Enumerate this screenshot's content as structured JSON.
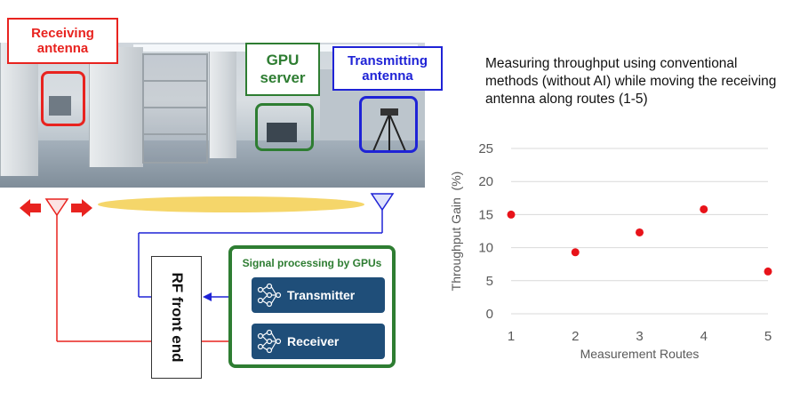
{
  "photo": {
    "receiving_label": "Receiving\nantenna",
    "gpu_label": "GPU\nserver",
    "transmitting_label": "Transmitting\nantenna"
  },
  "colors": {
    "receive_red": "#e8231f",
    "gpu_green": "#2e7d32",
    "transmit_blue": "#1f23d6",
    "module_navy": "#1f4e79",
    "beam_yellow": "#f5d66a",
    "point_red": "#e8131a"
  },
  "diagram": {
    "gpu_box_title": "Signal processing by GPUs",
    "transmitter_label": "Transmitter",
    "receiver_label": "Receiver",
    "rf_label": "RF front end"
  },
  "chart_title": "Measuring throughput using conventional methods (without AI) while moving the receiving antenna along routes (1-5)",
  "chart_data": {
    "type": "scatter",
    "x": [
      1,
      2,
      3,
      4,
      5
    ],
    "y": [
      15.0,
      9.3,
      12.3,
      15.8,
      6.4
    ],
    "xlabel": "Measurement Routes",
    "ylabel": "Throughput Gain  (%)",
    "xlim": [
      1,
      5
    ],
    "ylim": [
      0,
      25
    ],
    "xticks": [
      "1",
      "2",
      "3",
      "4",
      "5"
    ],
    "yticks": [
      "0",
      "5",
      "10",
      "15",
      "20",
      "25"
    ],
    "grid": "horizontal"
  }
}
